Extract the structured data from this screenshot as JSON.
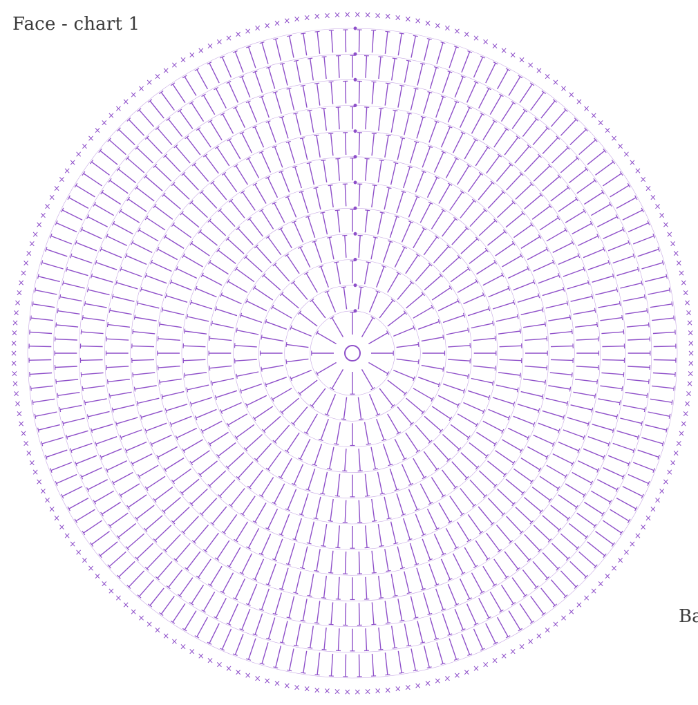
{
  "title": "Face - chart 1",
  "cut_label": "Ba",
  "diagram": {
    "type": "crochet-circle-chart",
    "rounds": 12,
    "stitch_color": "#8e4fc9",
    "edge_symbol": "×",
    "center_symbol": "magic-ring",
    "join_marker": "dot"
  }
}
